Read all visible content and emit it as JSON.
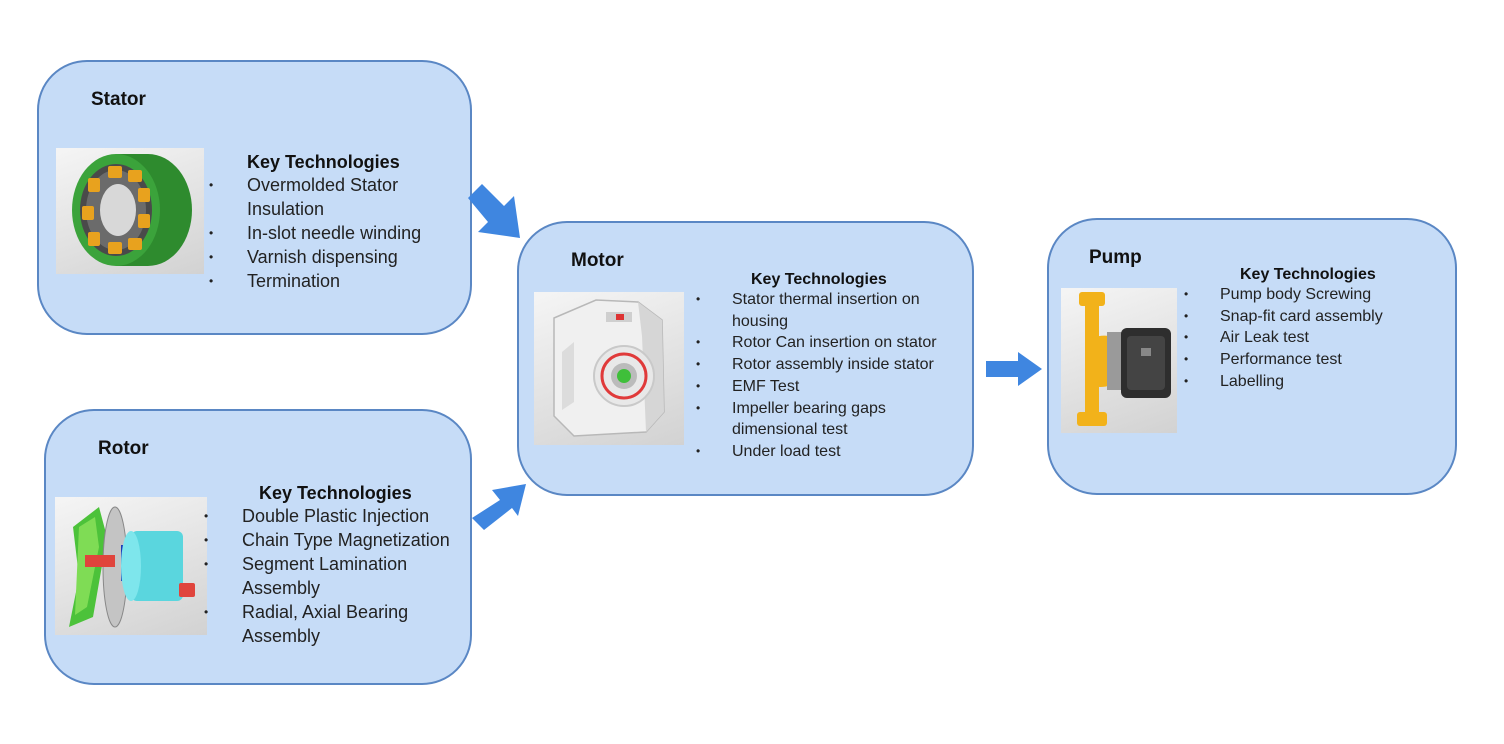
{
  "blocks": {
    "stator": {
      "title": "Stator",
      "heading": "Key Technologies",
      "items": [
        "Overmolded Stator Insulation",
        "In-slot needle winding",
        "Varnish dispensing",
        "Termination"
      ]
    },
    "rotor": {
      "title": "Rotor",
      "heading": "Key Technologies",
      "items": [
        "Double Plastic Injection",
        "Chain Type Magnetization",
        "Segment Lamination Assembly",
        "Radial, Axial Bearing Assembly"
      ]
    },
    "motor": {
      "title": "Motor",
      "heading": "Key Technologies",
      "items": [
        "Stator  thermal insertion on housing",
        "Rotor Can insertion on stator",
        "Rotor assembly inside stator",
        "EMF Test",
        "Impeller bearing gaps dimensional test",
        "Under load test"
      ]
    },
    "pump": {
      "title": "Pump",
      "heading": "Key Technologies",
      "items": [
        "Pump body Screwing",
        "Snap-fit card assembly",
        "Air Leak test",
        "Performance test",
        "Labelling"
      ]
    }
  },
  "bullet": "•",
  "colors": {
    "card_fill": "#c6dcf7",
    "card_border": "#5a87c4",
    "arrow": "#3f86e0"
  },
  "icons": {
    "stator": "stator-image",
    "rotor": "rotor-image",
    "motor": "motor-image",
    "pump": "pump-image"
  }
}
